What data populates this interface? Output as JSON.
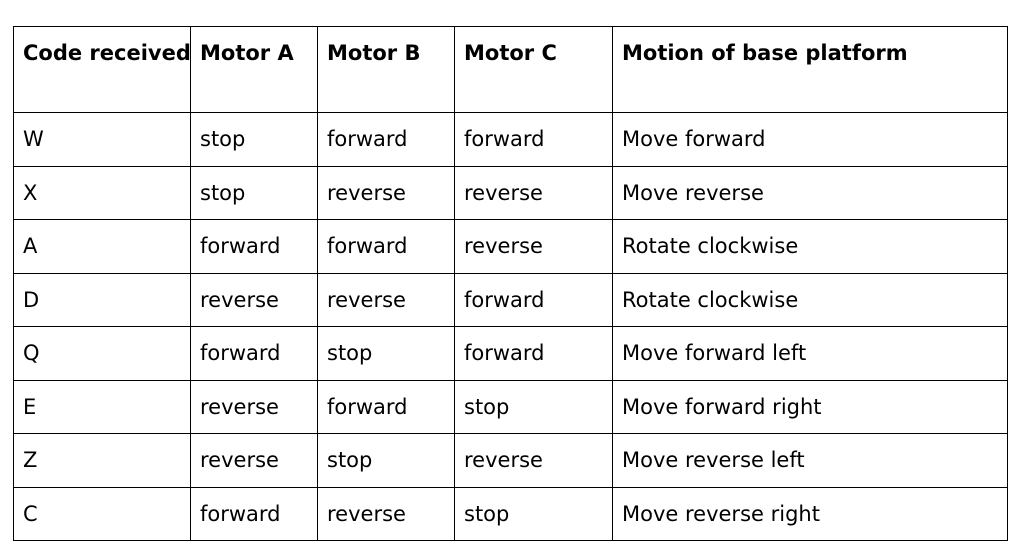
{
  "table": {
    "headers": [
      "Code received",
      "Motor A",
      "Motor B",
      "Motor C",
      "Motion of base platform"
    ],
    "rows": [
      [
        "W",
        "stop",
        "forward",
        "forward",
        "Move forward"
      ],
      [
        "X",
        "stop",
        "reverse",
        "reverse",
        "Move reverse"
      ],
      [
        "A",
        "forward",
        "forward",
        "reverse",
        "Rotate clockwise"
      ],
      [
        "D",
        "reverse",
        "reverse",
        "forward",
        "Rotate clockwise"
      ],
      [
        "Q",
        "forward",
        "stop",
        "forward",
        "Move forward left"
      ],
      [
        "E",
        "reverse",
        "forward",
        "stop",
        "Move forward right"
      ],
      [
        "Z",
        "reverse",
        "stop",
        "reverse",
        "Move reverse left"
      ],
      [
        "C",
        "forward",
        "reverse",
        "stop",
        "Move reverse right"
      ]
    ]
  }
}
